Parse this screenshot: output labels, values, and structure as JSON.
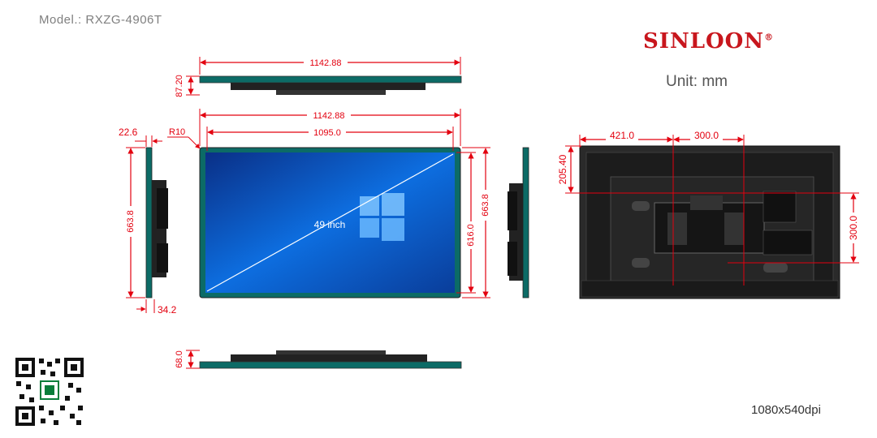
{
  "header": {
    "model": "Model.: RXZG-4906T"
  },
  "brand": {
    "name": "SINLOON",
    "reg": "®",
    "color": "#c8161d"
  },
  "unit": "Unit: mm",
  "resolution_note": "1080x540dpi",
  "screen": {
    "size_label": "49 inch"
  },
  "dimensions": {
    "top_width": "1142.88",
    "top_thickness": "87.20",
    "front_width": "1142.88",
    "active_width": "1095.0",
    "corner_radius": "R10",
    "bezel_side": "22.6",
    "side_height": "663.8",
    "side_depth": "34.2",
    "front_height": "663.8",
    "active_height": "616.0",
    "bottom_thickness": "68.0",
    "rear_left_offset": "421.0",
    "rear_vesa_horizontal": "300.0",
    "rear_top_offset": "205.40",
    "rear_vesa_vertical": "300.0"
  },
  "colors": {
    "dimension": "#e3000f",
    "frame": "#0c6b66",
    "screen": "#0a56c8"
  }
}
